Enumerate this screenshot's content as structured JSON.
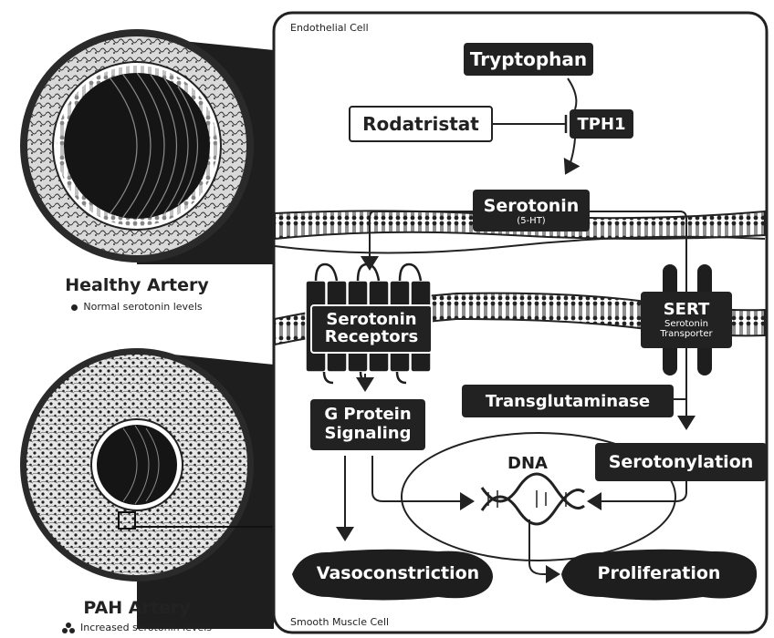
{
  "left": {
    "healthy": {
      "title": "Healthy Artery",
      "caption": "Normal serotonin levels",
      "icon": "dot-icon"
    },
    "pah": {
      "title": "PAH Artery",
      "caption": "Increased serotonin levels",
      "icon": "triple-dot-icon"
    }
  },
  "panel": {
    "top_label": "Endothelial Cell",
    "bottom_label": "Smooth Muscle Cell"
  },
  "nodes": {
    "tryptophan": "Tryptophan",
    "rodatristat": "Rodatristat",
    "tph1": "TPH1",
    "serotonin": "Serotonin",
    "serotonin_sub": "(5-HT)",
    "receptors_line1": "Serotonin",
    "receptors_line2": "Receptors",
    "sert": "SERT",
    "sert_sub1": "Serotonin",
    "sert_sub2": "Transporter",
    "gprotein_line1": "G Protein",
    "gprotein_line2": "Signaling",
    "transglutaminase": "Transglutaminase",
    "serotonylation": "Serotonylation",
    "dna": "DNA",
    "vasoconstriction": "Vasoconstriction",
    "proliferation": "Proliferation"
  },
  "colors": {
    "ink": "#222222",
    "paper": "#ffffff"
  }
}
